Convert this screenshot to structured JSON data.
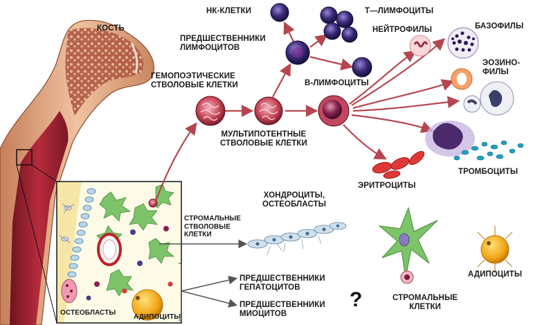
{
  "labels": {
    "bone": "КОСТЬ",
    "nk_cells": "НК-КЛЕТКИ",
    "t_lymphocytes": "Т—ЛИМФОЦИТЫ",
    "lymphoid_progenitors": [
      "ПРЕДШЕСТВЕННИКИ",
      "ЛИМФОЦИТОВ"
    ],
    "neutrophils": "НЕЙТРОФИЛЫ",
    "basophils": "БАЗОФИЛЫ",
    "eosinophils": [
      "ЭОЗИНО-",
      "ФИЛЫ"
    ],
    "hematopoietic_stem_cells": [
      "ГЕМОПОЭТИЧЕСКИЕ",
      "СТВОЛОВЫЕ КЛЕТКИ"
    ],
    "b_lymphocytes": "В-ЛИМФОЦИТЫ",
    "multipotent_stem_cells": [
      "МУЛЬТИПОТЕНТНЫЕ",
      "СТВОЛОВЫЕ КЛЕТКИ"
    ],
    "platelets": "ТРОМБОЦИТЫ",
    "erythrocytes": "ЭРИТРОЦИТЫ",
    "chondrocytes_osteoblasts": [
      "ХОНДРОЦИТЫ,",
      "ОСТЕОБЛАСТЫ"
    ],
    "stromal_stem_cells": [
      "СТРОМАЛЬНЫЕ",
      "СТВОЛОВЫЕ",
      "КЛЕТКИ"
    ],
    "hepatocyte_progenitors": [
      "ПРЕДШЕСТВЕННИКИ",
      "ГЕПАТОЦИТОВ"
    ],
    "myocyte_progenitors": [
      "ПРЕДШЕСТВЕННИКИ",
      "МИОЦИТОВ"
    ],
    "question_mark": "?",
    "stromal_cells": [
      "СТРОМАЛЬНЫЕ",
      "КЛЕТКИ"
    ],
    "adipocytes": "АДИПОЦИТЫ",
    "inset_osteoblasts": "ОСТЕОБЛАСТЫ",
    "inset_adipocytes": "АДИПОЦИТЫ"
  },
  "colors": {
    "arrow": "#b5464f",
    "bone_marrow": "#a52432",
    "bone_outer": "#d9a07a",
    "stem_cell": "#c23a4c",
    "lymphocyte": "#3a2a78",
    "erythrocyte": "#e03838",
    "adipocyte": "#f3a71a",
    "stroma": "#7cc36a"
  }
}
